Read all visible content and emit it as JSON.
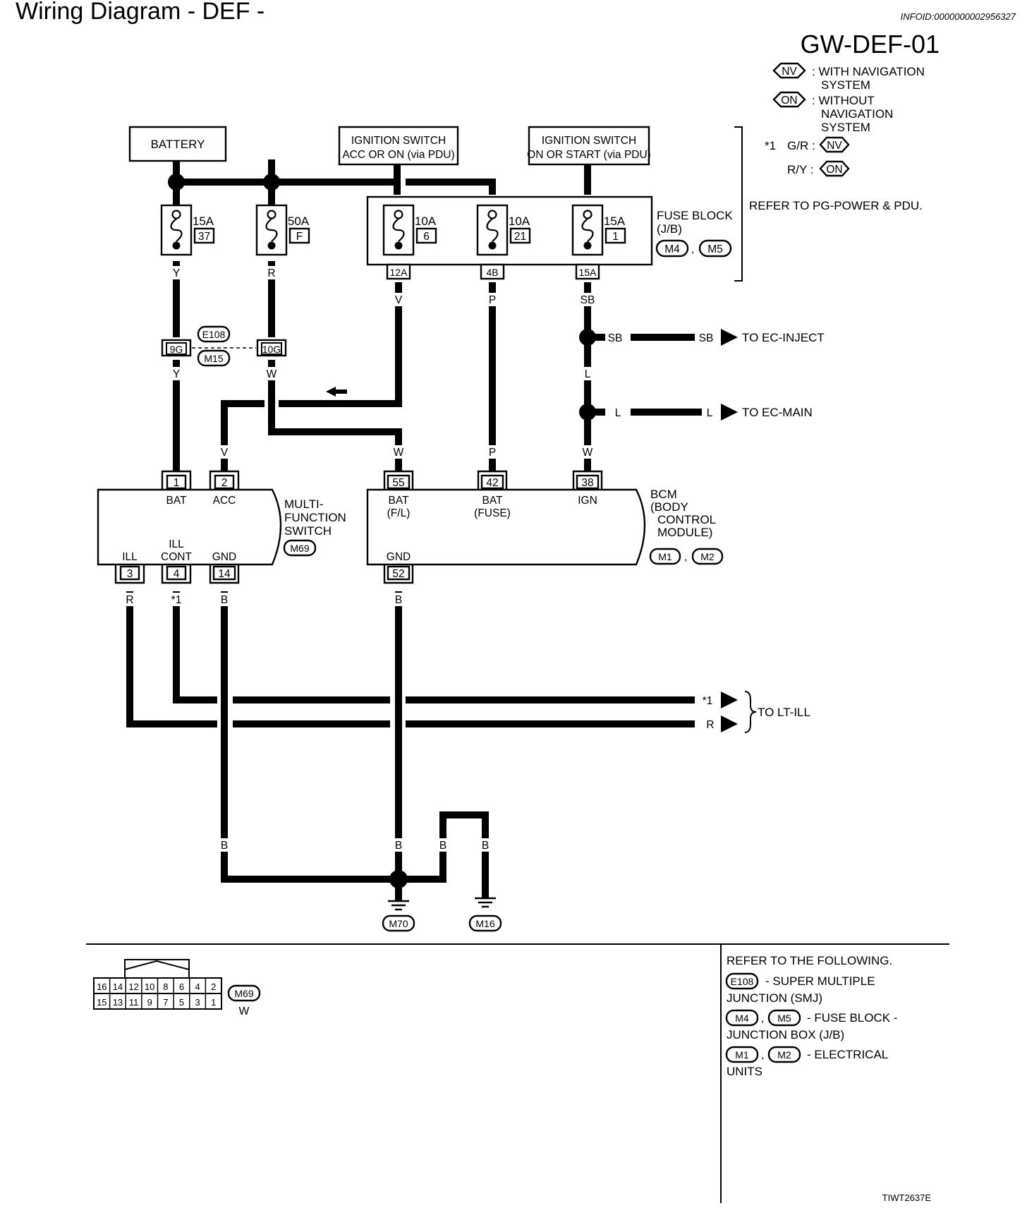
{
  "page": {
    "title": "Wiring Diagram - DEF -",
    "info_id": "INFOID:0000000002956327",
    "diagram_code": "GW-DEF-01",
    "figure_id": "TIWT2637E"
  },
  "legend": {
    "nv_tag": "NV",
    "nv_desc_1": ": WITH NAVIGATION",
    "nv_desc_2": "SYSTEM",
    "on_tag": "ON",
    "on_desc_1": ": WITHOUT",
    "on_desc_2": "NAVIGATION",
    "on_desc_3": "SYSTEM",
    "star1_label": "*1",
    "star1_gr": "G/R :",
    "star1_ry": "R/Y :",
    "refer_power": "REFER TO PG-POWER & PDU."
  },
  "sources": {
    "battery": "BATTERY",
    "ign_acc_1": "IGNITION SWITCH",
    "ign_acc_2": "ACC OR ON (via PDU)",
    "ign_on_1": "IGNITION SWITCH",
    "ign_on_2": "ON OR START (via PDU)"
  },
  "fuses": [
    {
      "amps": "15A",
      "num": "37"
    },
    {
      "amps": "50A",
      "num": "F"
    },
    {
      "amps": "10A",
      "num": "6"
    },
    {
      "amps": "10A",
      "num": "21"
    },
    {
      "amps": "15A",
      "num": "1"
    }
  ],
  "fuse_block": {
    "label_1": "FUSE BLOCK",
    "label_2": "(J/B)",
    "conn_a": "M4",
    "conn_b": "M5",
    "term_1": "12A",
    "term_2": "4B",
    "term_3": "15A"
  },
  "junction": {
    "conn_e": "E108",
    "conn_m": "M15",
    "term_1": "9G",
    "term_2": "10G"
  },
  "wires": {
    "y": "Y",
    "r": "R",
    "v": "V",
    "p": "P",
    "sb": "SB",
    "w": "W",
    "l": "L",
    "b": "B",
    "star1": "*1"
  },
  "outputs": {
    "ec_inject": "TO EC-INJECT",
    "ec_main": "TO EC-MAIN",
    "lt_ill": "TO LT-ILL"
  },
  "mfs": {
    "label_1": "MULTI-",
    "label_2": "FUNCTION",
    "label_3": "SWITCH",
    "conn": "M69",
    "pins": [
      {
        "num": "1",
        "name": "BAT"
      },
      {
        "num": "2",
        "name": "ACC"
      },
      {
        "num": "3",
        "name": "ILL"
      },
      {
        "num": "4",
        "name_1": "ILL",
        "name_2": "CONT"
      },
      {
        "num": "14",
        "name": "GND"
      }
    ]
  },
  "bcm": {
    "label_1": "BCM",
    "label_2": "(BODY",
    "label_3": "CONTROL",
    "label_4": "MODULE)",
    "conn_a": "M1",
    "conn_b": "M2",
    "pins": [
      {
        "num": "55",
        "name_1": "BAT",
        "name_2": "(F/L)"
      },
      {
        "num": "42",
        "name_1": "BAT",
        "name_2": "(FUSE)"
      },
      {
        "num": "38",
        "name_1": "IGN"
      },
      {
        "num": "52",
        "name_1": "GND"
      }
    ]
  },
  "grounds": {
    "g1": "M70",
    "g2": "M16"
  },
  "connector_face": {
    "top_row": [
      "16",
      "14",
      "12",
      "10",
      "8",
      "6",
      "4",
      "2"
    ],
    "bottom_row": [
      "15",
      "13",
      "11",
      "9",
      "7",
      "5",
      "3",
      "1"
    ],
    "conn": "M69",
    "color": "W"
  },
  "refer": {
    "heading": "REFER TO THE FOLLOWING.",
    "e108": "E108",
    "e108_desc_1": "- SUPER MULTIPLE",
    "e108_desc_2": "JUNCTION (SMJ)",
    "m4": "M4",
    "m5": "M5",
    "m45_desc_1": "- FUSE BLOCK -",
    "m45_desc_2": "JUNCTION BOX (J/B)",
    "m1": "M1",
    "m2": "M2",
    "m12_desc_1": "- ELECTRICAL",
    "m12_desc_2": "UNITS"
  }
}
